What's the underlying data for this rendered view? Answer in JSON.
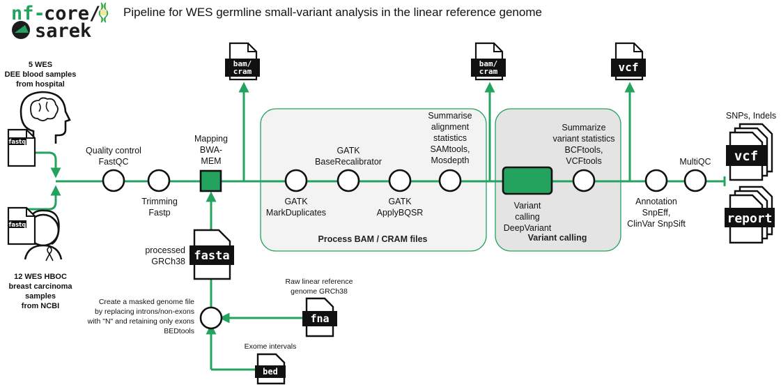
{
  "logo": {
    "line1_prefix": "nf-",
    "line1_suffix": "core/",
    "line2": "sarek"
  },
  "title": "Pipeline for WES germline small-variant analysis in the linear reference genome",
  "inputs": {
    "wes_samples": [
      "5 WES",
      "DEE blood samples",
      "from hospital"
    ],
    "hboc_samples": [
      "12 WES HBOC",
      "breast carcinoma",
      "samples",
      "from NCBI"
    ],
    "fastq_label": "fastq"
  },
  "steps": {
    "qc": [
      "Quality control",
      "FastQC"
    ],
    "trimming": [
      "Trimming",
      "Fastp"
    ],
    "mapping": [
      "Mapping",
      "BWA-",
      "MEM"
    ],
    "markdup": [
      "GATK",
      "MarkDuplicates"
    ],
    "baserecal": [
      "GATK",
      "BaseRecalibrator"
    ],
    "applybqsr": [
      "GATK",
      "ApplyBQSR"
    ],
    "align_stats": [
      "Summarise",
      "alignment",
      "statistics",
      "SAMtools,",
      "Mosdepth"
    ],
    "variant_calling": [
      "Variant",
      "calling",
      "DeepVariant"
    ],
    "variant_stats": [
      "Summarize",
      "variant statistics",
      "BCFtools,",
      "VCFtools"
    ],
    "annotation": [
      "Annotation",
      "SnpEff,",
      "ClinVar SnpSift"
    ],
    "multiqc": [
      "MultiQC"
    ]
  },
  "groups": {
    "process_bam": "Process BAM / CRAM files",
    "variant_calling": "Variant calling"
  },
  "files": {
    "bam_cram": [
      "bam/",
      "cram"
    ],
    "vcf": "vcf",
    "fasta": "fasta",
    "fna": "fna",
    "bed": "bed",
    "report": "report"
  },
  "reference": {
    "processed": [
      "processed",
      "GRCh38"
    ],
    "raw": [
      "Raw linear reference",
      "genome GRCh38"
    ],
    "mask": [
      "Create a masked genome file",
      "by replacing introns/non-exons",
      "with \"N\" and retaining only exons",
      "BEDtools"
    ],
    "exome": "Exome intervals"
  },
  "outputs": {
    "snps": "SNPs, Indels"
  },
  "colors": {
    "accent": "#24a35f",
    "group_light": "#f2f2f2",
    "group_dark": "#e3e3e3",
    "file": "#111111"
  }
}
